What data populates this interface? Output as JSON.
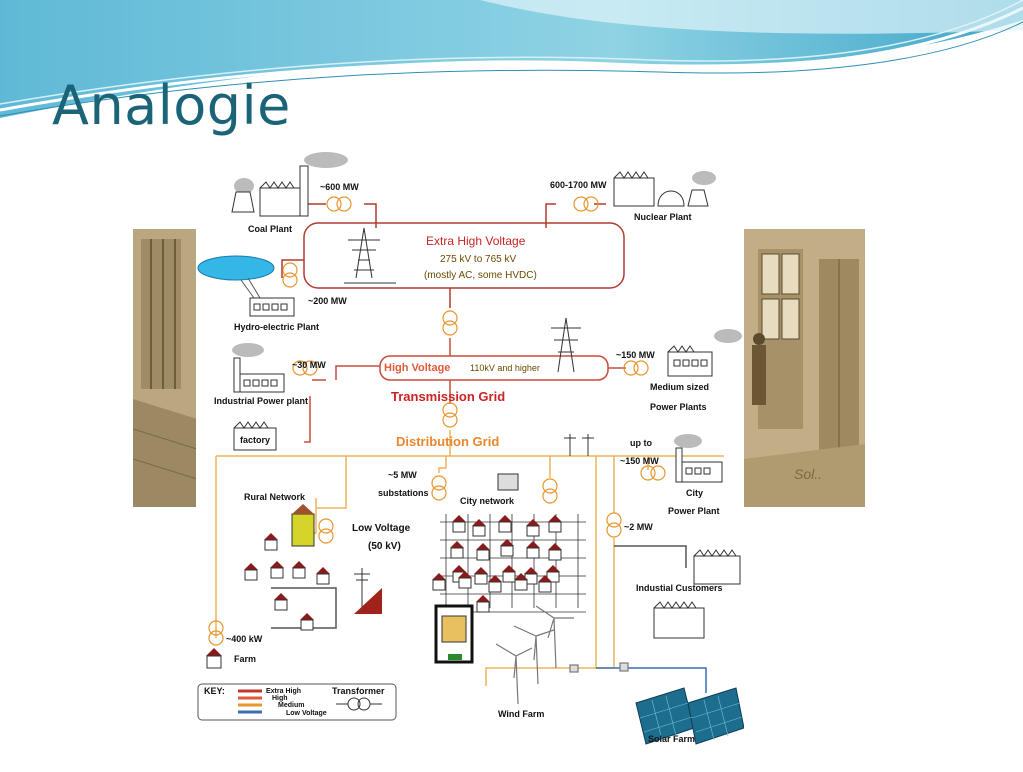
{
  "slide": {
    "title": "Analogie"
  },
  "diagram": {
    "coal_plant": {
      "label": "Coal Plant",
      "power": "~600 MW"
    },
    "nuclear_plant": {
      "label": "Nuclear Plant",
      "power": "600-1700 MW"
    },
    "extra_high_voltage": {
      "label": "Extra High Voltage",
      "range": "275 kV to 765 kV",
      "note": "(mostly AC, some HVDC)"
    },
    "hydro_plant": {
      "label": "Hydro-electric Plant",
      "power": "~200 MW"
    },
    "industrial_plant": {
      "label": "Industrial Power plant",
      "power": "~30 MW"
    },
    "high_voltage": {
      "label": "High Voltage",
      "range": "110kV and higher"
    },
    "medium_plants": {
      "label_line1": "Medium sized",
      "label_line2": "Power Plants",
      "power": "~150 MW"
    },
    "transmission_grid": "Transmission Grid",
    "distribution_grid": "Distribution Grid",
    "factory": "factory",
    "city_plant": {
      "up_to": "up to",
      "power": "~150 MW",
      "label_line1": "City",
      "label_line2": "Power Plant"
    },
    "rural_network": "Rural Network",
    "substations": {
      "power": "~5 MW",
      "label": "substations"
    },
    "city_network": "City network",
    "industrial_customers": {
      "power": "~2 MW",
      "label": "Industial Customers"
    },
    "low_voltage": {
      "label": "Low Voltage",
      "value": "(50 kV)"
    },
    "farm": {
      "power": "~400 kW",
      "label": "Farm"
    },
    "wind_farm": "Wind Farm",
    "solar_farm": "Solar Farm",
    "key": {
      "title": "KEY:",
      "transformer": "Transformer",
      "items": [
        {
          "label": "Extra High",
          "color": "#c0392b"
        },
        {
          "label": "High",
          "color": "#e05a3a"
        },
        {
          "label": "Medium",
          "color": "#e8962e"
        },
        {
          "label": "Low Voltage",
          "color": "#3a6fb0"
        }
      ]
    },
    "colors": {
      "extra_high": "#c0392b",
      "high": "#e05a3a",
      "medium": "#f0b35a",
      "low": "#3a6fb0",
      "accent_text": "#cc2222",
      "distribution_text": "#e8862e"
    }
  }
}
